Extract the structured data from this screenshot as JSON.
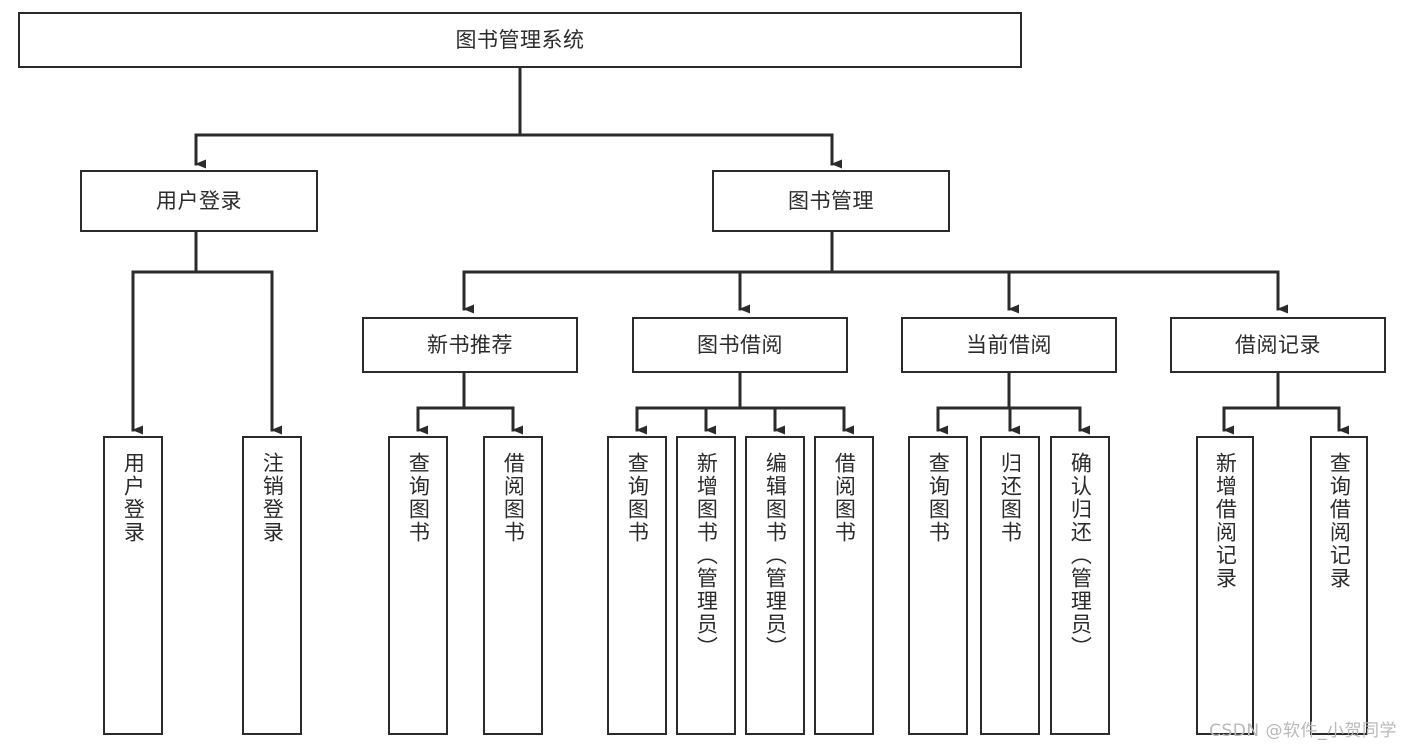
{
  "diagram": {
    "type": "tree",
    "title": "图书管理系统",
    "style": {
      "stroke": "#2b2b2b",
      "fill": "#ffffff",
      "text": "#2b2b2b",
      "watermark_color": "#b9b9b9"
    },
    "root": {
      "label": "图书管理系统"
    },
    "level2": [
      {
        "label": "用户登录"
      },
      {
        "label": "图书管理"
      }
    ],
    "level3": [
      {
        "label": "新书推荐"
      },
      {
        "label": "图书借阅"
      },
      {
        "label": "当前借阅"
      },
      {
        "label": "借阅记录"
      }
    ],
    "leaves": {
      "user_login": [
        {
          "label": "用户登录"
        },
        {
          "label": "注销登录"
        }
      ],
      "new_book_recommend": [
        {
          "label": "查询图书"
        },
        {
          "label": "借阅图书"
        }
      ],
      "book_borrow": [
        {
          "label": "查询图书"
        },
        {
          "label": "新增图书（管理员）"
        },
        {
          "label": "编辑图书（管理员）"
        },
        {
          "label": "借阅图书"
        }
      ],
      "current_borrow": [
        {
          "label": "查询图书"
        },
        {
          "label": "归还图书"
        },
        {
          "label": "确认归还（管理员）"
        }
      ],
      "borrow_record": [
        {
          "label": "新增借阅记录"
        },
        {
          "label": "查询借阅记录"
        }
      ]
    }
  },
  "watermark": {
    "text": "CSDN @软件_小贺同学"
  }
}
